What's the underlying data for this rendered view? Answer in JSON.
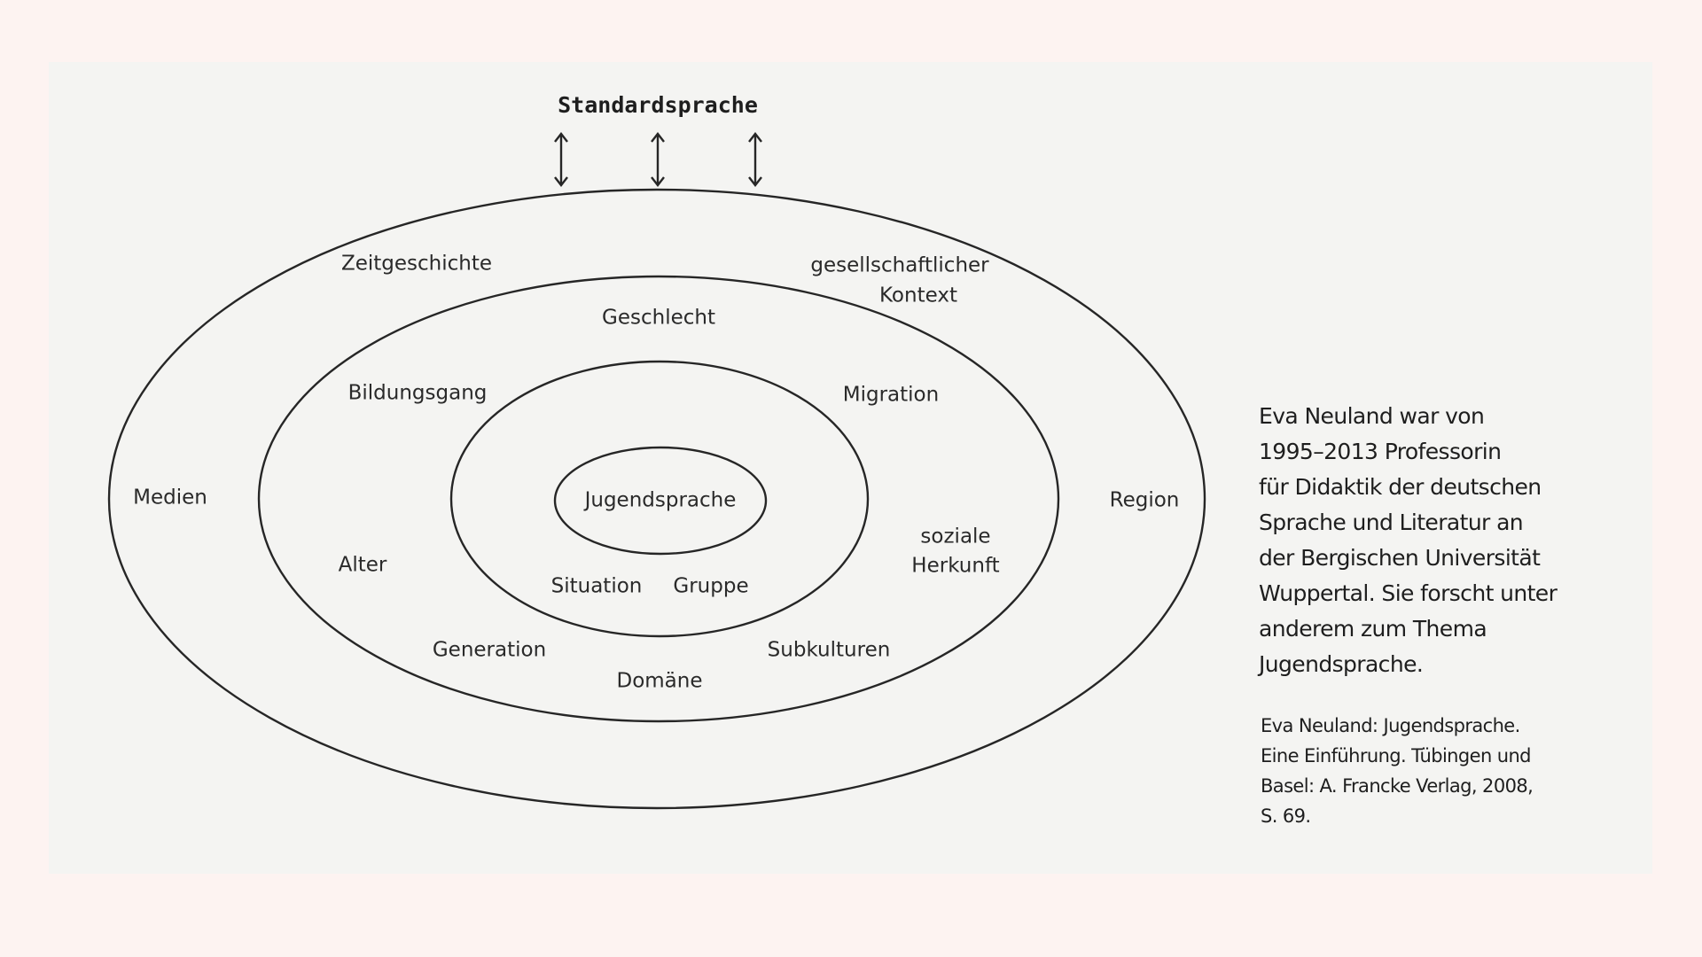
{
  "diagram": {
    "title": "Standardsprache",
    "center": "Jugendsprache",
    "labels": {
      "zeitgeschichte": "Zeitgeschichte",
      "gesellschaftlicher_1": "gesellschaftlicher",
      "gesellschaftlicher_2": "Kontext",
      "geschlecht": "Geschlecht",
      "bildungsgang": "Bildungsgang",
      "migration": "Migration",
      "medien": "Medien",
      "region": "Region",
      "soziale_1": "soziale",
      "soziale_2": "Herkunft",
      "alter": "Alter",
      "situation": "Situation",
      "gruppe": "Gruppe",
      "generation": "Generation",
      "subkulturen": "Subkulturen",
      "domaene": "Domäne"
    }
  },
  "caption": {
    "lines": [
      "Eva Neuland war von",
      "1995–2013 Professorin",
      "für Didaktik der deutschen",
      "Sprache und Literatur an",
      "der Bergischen Universität",
      "Wuppertal. Sie forscht unter",
      "anderem zum Thema",
      "Jugendsprache."
    ],
    "citation": [
      "Eva Neuland: Jugendsprache.",
      "Eine Einführung. Tübingen und",
      "Basel: A. Francke Verlag, 2008,",
      "S. 69."
    ]
  }
}
